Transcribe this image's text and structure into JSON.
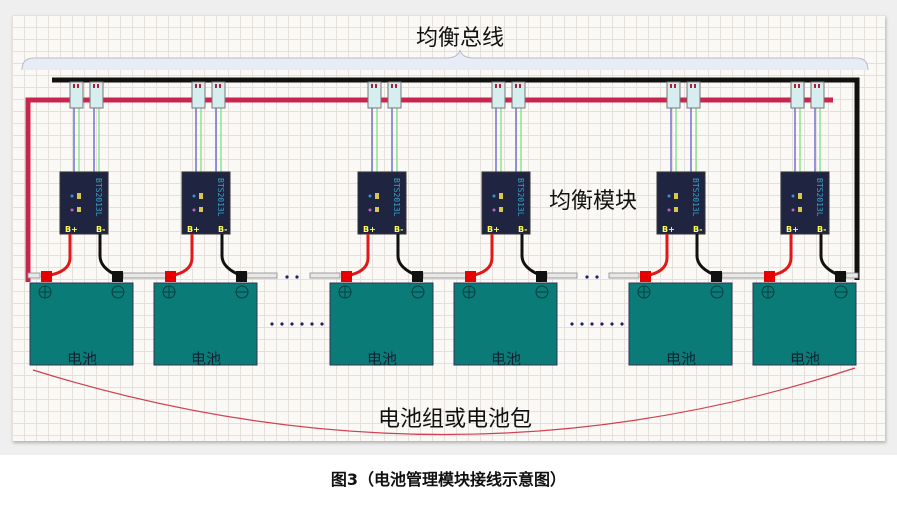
{
  "diagram": {
    "bus_title": "均衡总线",
    "module_label": "均衡模块",
    "pack_label": "电池组或电池包",
    "figure_caption": "图3（电池管理模块接线示意图）",
    "module_model": "BTS2013L",
    "module_terminal_pos": "B+",
    "module_terminal_neg": "B-",
    "battery_label": "电池",
    "battery_pos_symbol": "⊕",
    "battery_neg_symbol": "⊖",
    "ellipsis": "……",
    "module_count": 6,
    "battery_count": 6,
    "colors": {
      "battery_fill": "#0b7b78",
      "module_fill": "#1f2540",
      "bus_red": "#c8264f",
      "bus_black": "#111111",
      "wire_blue": "#5c5ccc",
      "wire_green": "#7ee07e",
      "terminal_red": "#e60000",
      "connector_fill": "#d6eef0",
      "arc": "#d04050"
    }
  }
}
